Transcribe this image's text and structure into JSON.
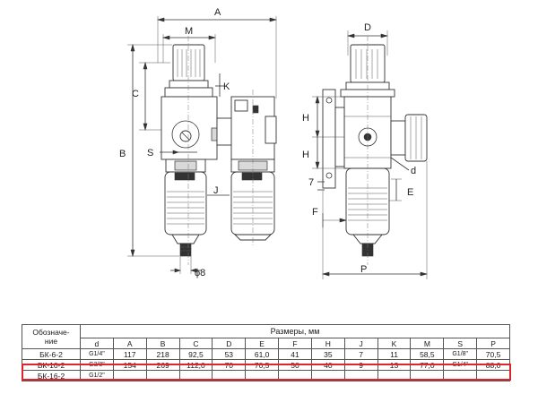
{
  "drawing": {
    "dimension_labels": {
      "A": "A",
      "M": "M",
      "C": "C",
      "K": "K",
      "B": "B",
      "S": "S",
      "J": "J",
      "diameter": "ϕ8",
      "D": "D",
      "H1": "H",
      "H2": "H",
      "seven": "7",
      "F": "F",
      "d": "d",
      "E": "E",
      "P": "P"
    }
  },
  "table": {
    "designation_header": "Обозначе-\nние",
    "sizes_header": "Размеры, мм",
    "columns": [
      "d",
      "A",
      "B",
      "C",
      "D",
      "E",
      "F",
      "H",
      "J",
      "K",
      "M",
      "S",
      "P"
    ],
    "rows": [
      [
        "БК-6-2",
        "G1/4\"",
        "117",
        "218",
        "92,5",
        "53",
        "61,0",
        "41",
        "35",
        "7",
        "11",
        "58,5",
        "G1/8\"",
        "70,5"
      ],
      [
        "БК-10-2",
        "G3/8\"",
        "154",
        "269",
        "112,0",
        "70",
        "70,5",
        "50",
        "40",
        "9",
        "13",
        "77,0",
        "G1/4\"",
        "88,0"
      ],
      [
        "БК-16-2",
        "G1/2\"",
        "",
        "",
        "",
        "",
        "",
        "",
        "",
        "",
        "",
        "",
        "",
        ""
      ]
    ],
    "highlighted_row": "БК-10-2",
    "highlight_color": "#e0242b"
  }
}
